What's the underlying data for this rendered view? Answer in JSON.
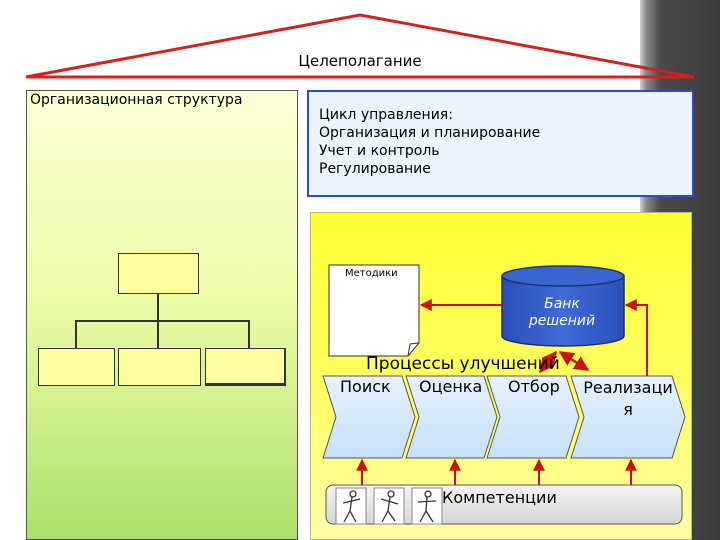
{
  "roof": {
    "label": "Целеполагание"
  },
  "org_structure": {
    "title": "Организационная структура"
  },
  "management_cycle": {
    "lines": [
      "Цикл управления:",
      "Организация и планирование",
      "Учет и контроль",
      "Регулирование"
    ]
  },
  "methods": {
    "label": "Методики"
  },
  "solution_bank": {
    "line1": "Банк",
    "line2": "решений"
  },
  "improvement": {
    "title": "Процессы улучшений",
    "stages": [
      "Поиск",
      "Оценка",
      "Отбор"
    ],
    "realization": {
      "line1": "Реализаци",
      "line2": "я"
    }
  },
  "competencies": {
    "label": "Компетенции"
  },
  "colors": {
    "accent_blue": "#2b4bd0",
    "arrow_red": "#cc1111",
    "bank_blue": "#2f57c8",
    "panel_yellow": "#ffff33",
    "chevron_blue": "#cfe6fb"
  }
}
